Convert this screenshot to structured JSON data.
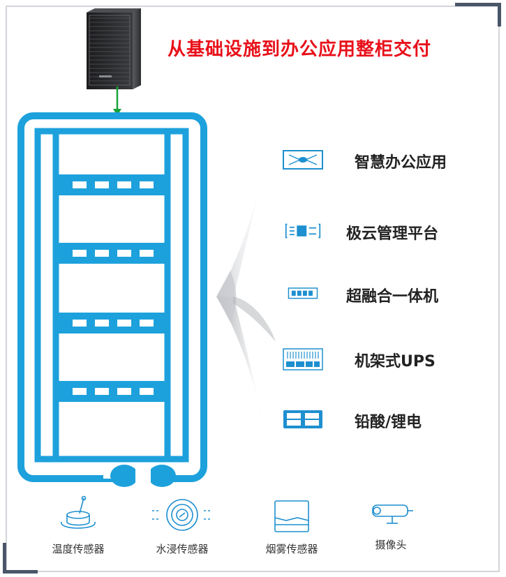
{
  "title": "从基础设施到办公应用整柜交付",
  "components": [
    {
      "label": "智慧办公应用",
      "icon": "smart-office-icon"
    },
    {
      "label": "极云管理平台",
      "icon": "cloud-platform-icon"
    },
    {
      "label": "超融合一体机",
      "icon": "hyperconverged-icon"
    },
    {
      "label": "机架式UPS",
      "icon": "rack-ups-icon"
    },
    {
      "label": "铅酸/锂电",
      "icon": "battery-icon"
    }
  ],
  "sensors": [
    {
      "label": "温度传感器",
      "icon": "temperature-sensor-icon"
    },
    {
      "label": "水浸传感器",
      "icon": "water-sensor-icon"
    },
    {
      "label": "烟雾传感器",
      "icon": "smoke-sensor-icon"
    },
    {
      "label": "摄像头",
      "icon": "camera-icon"
    }
  ],
  "colors": {
    "title": "#e8101a",
    "rack": "#1da1dc",
    "connector": "#1aa33a",
    "icon": "#1e8fd0"
  }
}
